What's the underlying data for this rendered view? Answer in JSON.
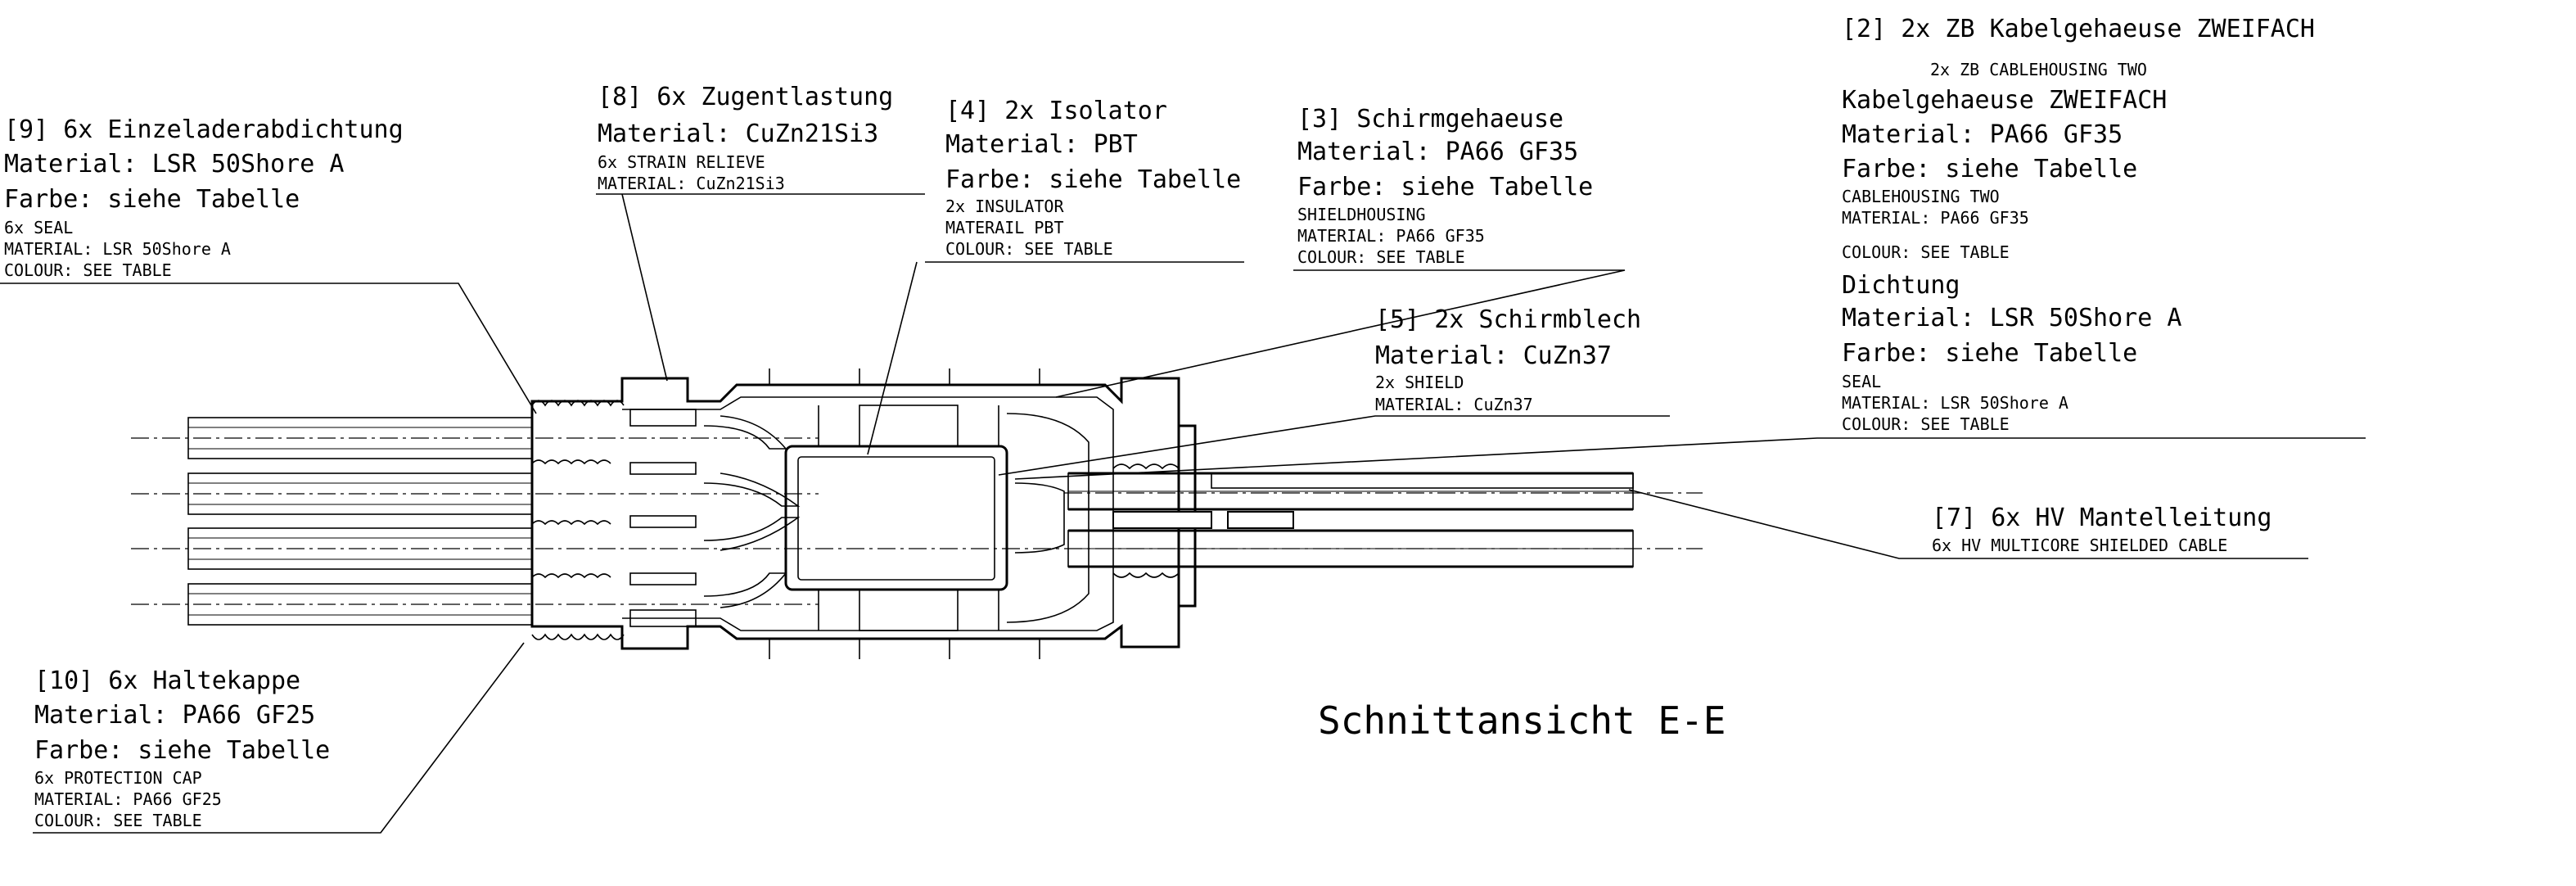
{
  "title": "Schnittansicht E-E",
  "callouts": {
    "c9": {
      "heading": "[9] 6x Einzeladerabdichtung",
      "material": "Material: LSR 50Shore A",
      "farbe": "Farbe: siehe Tabelle",
      "en1": "6x SEAL",
      "en2": "MATERIAL: LSR 50Shore A",
      "en3": "COLOUR: SEE TABLE"
    },
    "c8": {
      "heading": "[8] 6x Zugentlastung",
      "material": "Material: CuZn21Si3",
      "en1": "6x STRAIN RELIEVE",
      "en2": "MATERIAL: CuZn21Si3"
    },
    "c4": {
      "heading": "[4] 2x Isolator",
      "material": "Material: PBT",
      "farbe": "Farbe: siehe Tabelle",
      "en1": "2x INSULATOR",
      "en2": "MATERAIL PBT",
      "en3": "COLOUR: SEE TABLE"
    },
    "c3": {
      "heading": "[3] Schirmgehaeuse",
      "material": "Material: PA66 GF35",
      "farbe": "Farbe: siehe Tabelle",
      "en1": "SHIELDHOUSING",
      "en2": "MATERIAL: PA66 GF35",
      "en3": "COLOUR: SEE TABLE"
    },
    "c2": {
      "heading": "[2] 2x ZB Kabelgehaeuse ZWEIFACH",
      "en0": "2x ZB CABLEHOUSING TWO",
      "sub1": "Kabelgehaeuse ZWEIFACH",
      "material1": "Material: PA66 GF35",
      "farbe1": "Farbe: siehe Tabelle",
      "en1": "CABLEHOUSING TWO",
      "en2": "MATERIAL: PA66 GF35",
      "en3": "COLOUR: SEE TABLE",
      "sub2": "Dichtung",
      "material2": "Material: LSR 50Shore A",
      "farbe2": "Farbe: siehe Tabelle",
      "en4": "SEAL",
      "en5": "MATERIAL: LSR 50Shore A",
      "en6": "COLOUR: SEE TABLE"
    },
    "c5": {
      "heading": "[5] 2x Schirmblech",
      "material": "Material: CuZn37",
      "en1": "2x SHIELD",
      "en2": "MATERIAL:  CuZn37"
    },
    "c7": {
      "heading": "[7] 6x HV Mantelleitung",
      "en1": "6x HV MULTICORE SHIELDED CABLE"
    },
    "c10": {
      "heading": "[10] 6x Haltekappe",
      "material": "Material: PA66 GF25",
      "farbe": "Farbe: siehe Tabelle",
      "en1": "6x PROTECTION CAP",
      "en2": "MATERIAL: PA66 GF25",
      "en3": "COLOUR: SEE TABLE"
    }
  }
}
